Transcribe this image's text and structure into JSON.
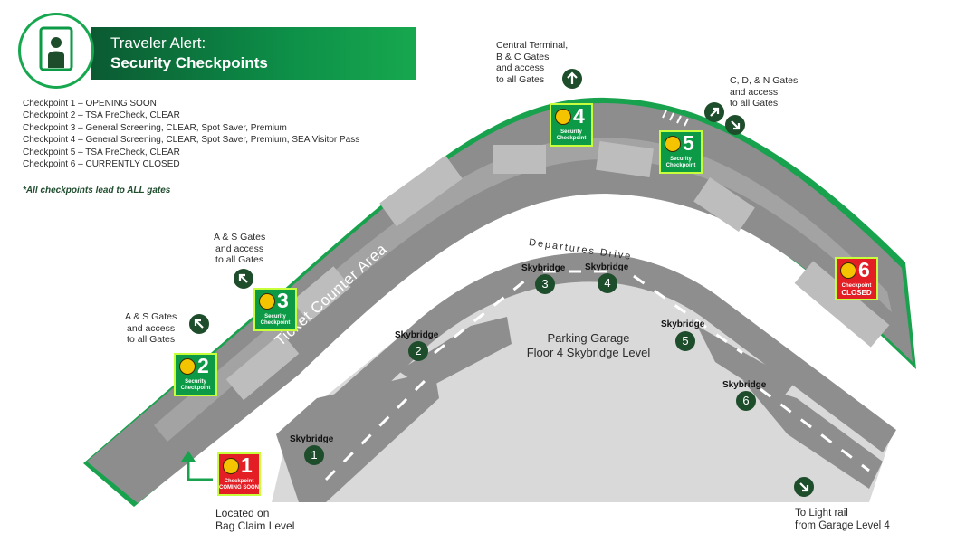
{
  "header": {
    "title_line1": "Traveler Alert:",
    "title_line2": "Security Checkpoints"
  },
  "legend": [
    "Checkpoint 1 – OPENING SOON",
    "Checkpoint 2 – TSA PreCheck, CLEAR",
    "Checkpoint 3 – General Screening, CLEAR, Spot Saver, Premium",
    "Checkpoint 4 – General Screening, CLEAR, Spot Saver, Premium, SEA Visitor Pass",
    "Checkpoint 5 – TSA PreCheck, CLEAR",
    "Checkpoint 6 – CURRENTLY CLOSED"
  ],
  "note": "*All checkpoints lead to ALL gates",
  "callouts": {
    "central": [
      "Central Terminal,",
      "B & C Gates",
      "and access",
      "to all Gates"
    ],
    "cdn": [
      "C, D, & N Gates",
      "and access",
      "to all Gates"
    ],
    "as_upper": [
      "A & S Gates",
      "and access",
      "to all Gates"
    ],
    "as_lower": [
      "A & S Gates",
      "and access",
      "to all Gates"
    ],
    "bag_claim": [
      "Located on",
      "Bag Claim Level"
    ],
    "light_rail": [
      "To Light rail",
      "from Garage Level 4"
    ]
  },
  "checkpoints": [
    {
      "num": "1",
      "line1": "Checkpoint",
      "line2": "COMING SOON",
      "status": "closed",
      "color": "#e31e24"
    },
    {
      "num": "2",
      "line1": "Security",
      "line2": "Checkpoint",
      "status": "open",
      "color": "#0d9a47"
    },
    {
      "num": "3",
      "line1": "Security",
      "line2": "Checkpoint",
      "status": "open",
      "color": "#0d9a47"
    },
    {
      "num": "4",
      "line1": "Security",
      "line2": "Checkpoint",
      "status": "open",
      "color": "#0d9a47"
    },
    {
      "num": "5",
      "line1": "Security",
      "line2": "Checkpoint",
      "status": "open",
      "color": "#0d9a47"
    },
    {
      "num": "6",
      "line1": "Checkpoint",
      "line2": "CLOSED",
      "status": "closed",
      "color": "#e31e24"
    }
  ],
  "map": {
    "ticket_counter_left": "Ticket Counter Area",
    "ticket_counter_right": "Ticket Counter Area",
    "departures_drive": "Departures Drive",
    "garage_line1": "Parking Garage",
    "garage_line2": "Floor 4 Skybridge Level",
    "skybridge_label": "Skybridge",
    "skybridges": [
      "1",
      "2",
      "3",
      "4",
      "5",
      "6"
    ]
  },
  "icons": {
    "header": "security-scanner-icon",
    "checkpoint": "person-scanner-icon",
    "arrows": [
      "arrow-up-icon",
      "arrow-up-right-icon",
      "arrow-down-right-icon",
      "arrow-up-left-icon",
      "arrow-up-left-icon",
      "arrow-down-right-icon",
      "arrow-up-outline-icon"
    ]
  },
  "colors": {
    "brand_green": "#0d9a47",
    "dark_green": "#1e4d2b",
    "accent_lime": "#c8ff3c",
    "closed_red": "#e31e24",
    "road_gray": "#8e8e8e",
    "garage_gray": "#d8d8d8"
  }
}
